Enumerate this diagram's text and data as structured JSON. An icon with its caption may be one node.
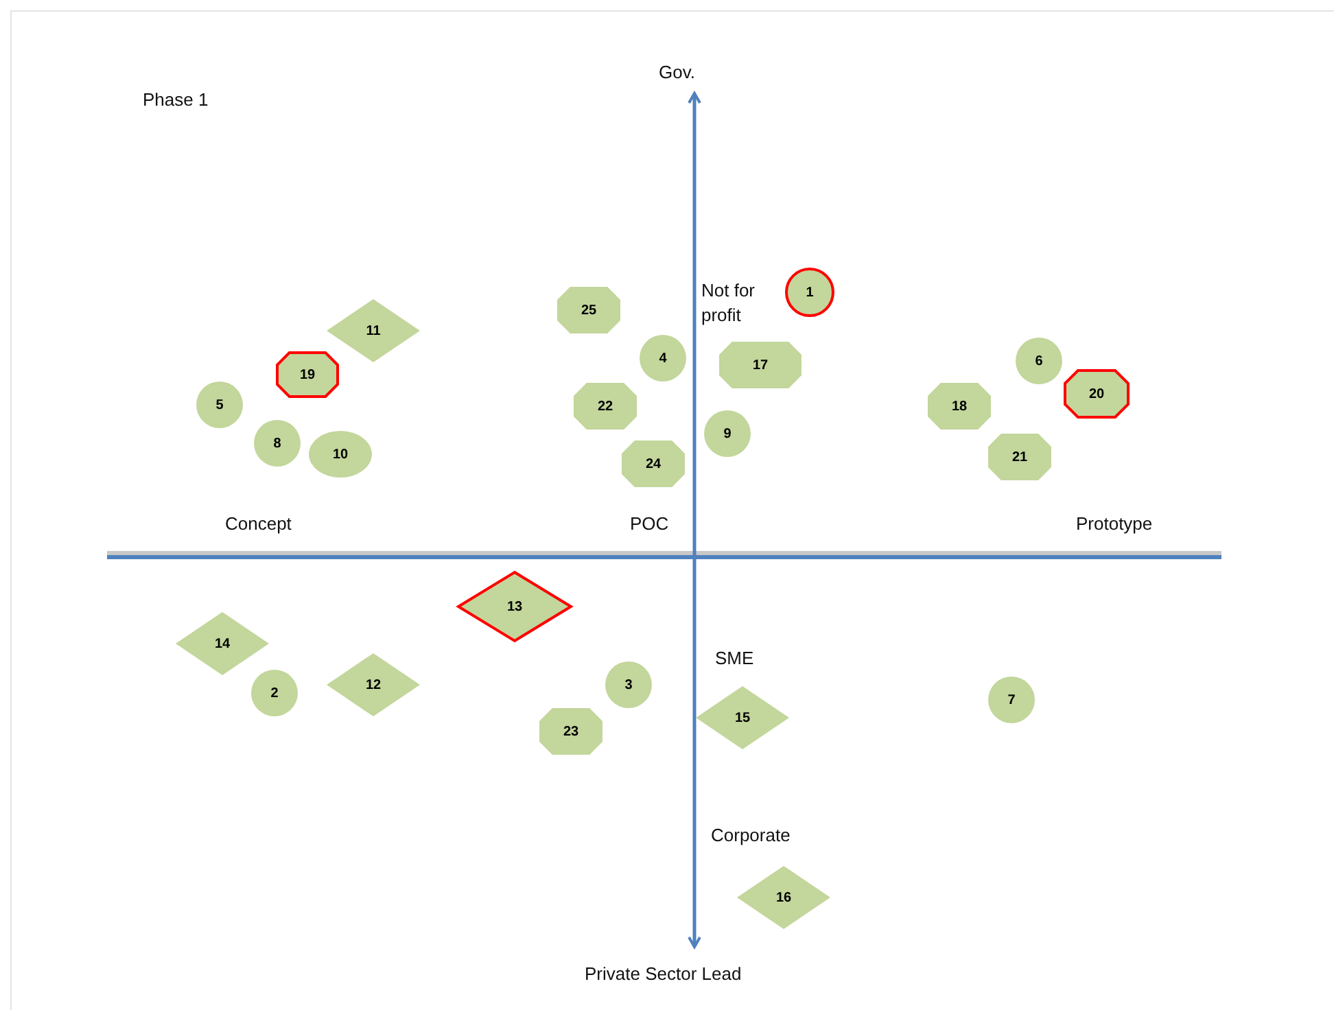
{
  "diagram": {
    "nodes": [
      {
        "text": [
          "1"
        ]
      },
      {
        "text": [
          "2"
        ]
      },
      {
        "text": [
          "3"
        ]
      },
      {
        "text": [
          "4"
        ]
      },
      {
        "text": [
          "5"
        ]
      },
      {
        "text": [
          "6"
        ]
      },
      {
        "text": [
          "7"
        ]
      },
      {
        "text": [
          "8"
        ]
      },
      {
        "text": [
          "9"
        ]
      },
      {
        "text": [
          "10"
        ]
      },
      {
        "text": [
          "11"
        ]
      },
      {
        "text": [
          "12"
        ]
      },
      {
        "text": [
          "13"
        ]
      },
      {
        "text": [
          "14"
        ]
      },
      {
        "text": [
          "15"
        ]
      },
      {
        "text": [
          "16"
        ]
      },
      {
        "text": [
          "17"
        ]
      },
      {
        "text": [
          "18"
        ]
      },
      {
        "text": [
          "19"
        ]
      },
      {
        "text": [
          "20"
        ]
      },
      {
        "text": [
          "21"
        ]
      },
      {
        "text": [
          "22"
        ]
      },
      {
        "text": [
          "23"
        ]
      },
      {
        "text": [
          "24"
        ]
      },
      {
        "text": [
          "25"
        ]
      }
    ],
    "edges": [],
    "labels": [
      "Phase 1",
      "Gov.",
      "Not for profit",
      "Concept",
      "POC",
      "Prototype",
      "SME",
      "Corporate",
      "Private Sector Lead"
    ]
  }
}
